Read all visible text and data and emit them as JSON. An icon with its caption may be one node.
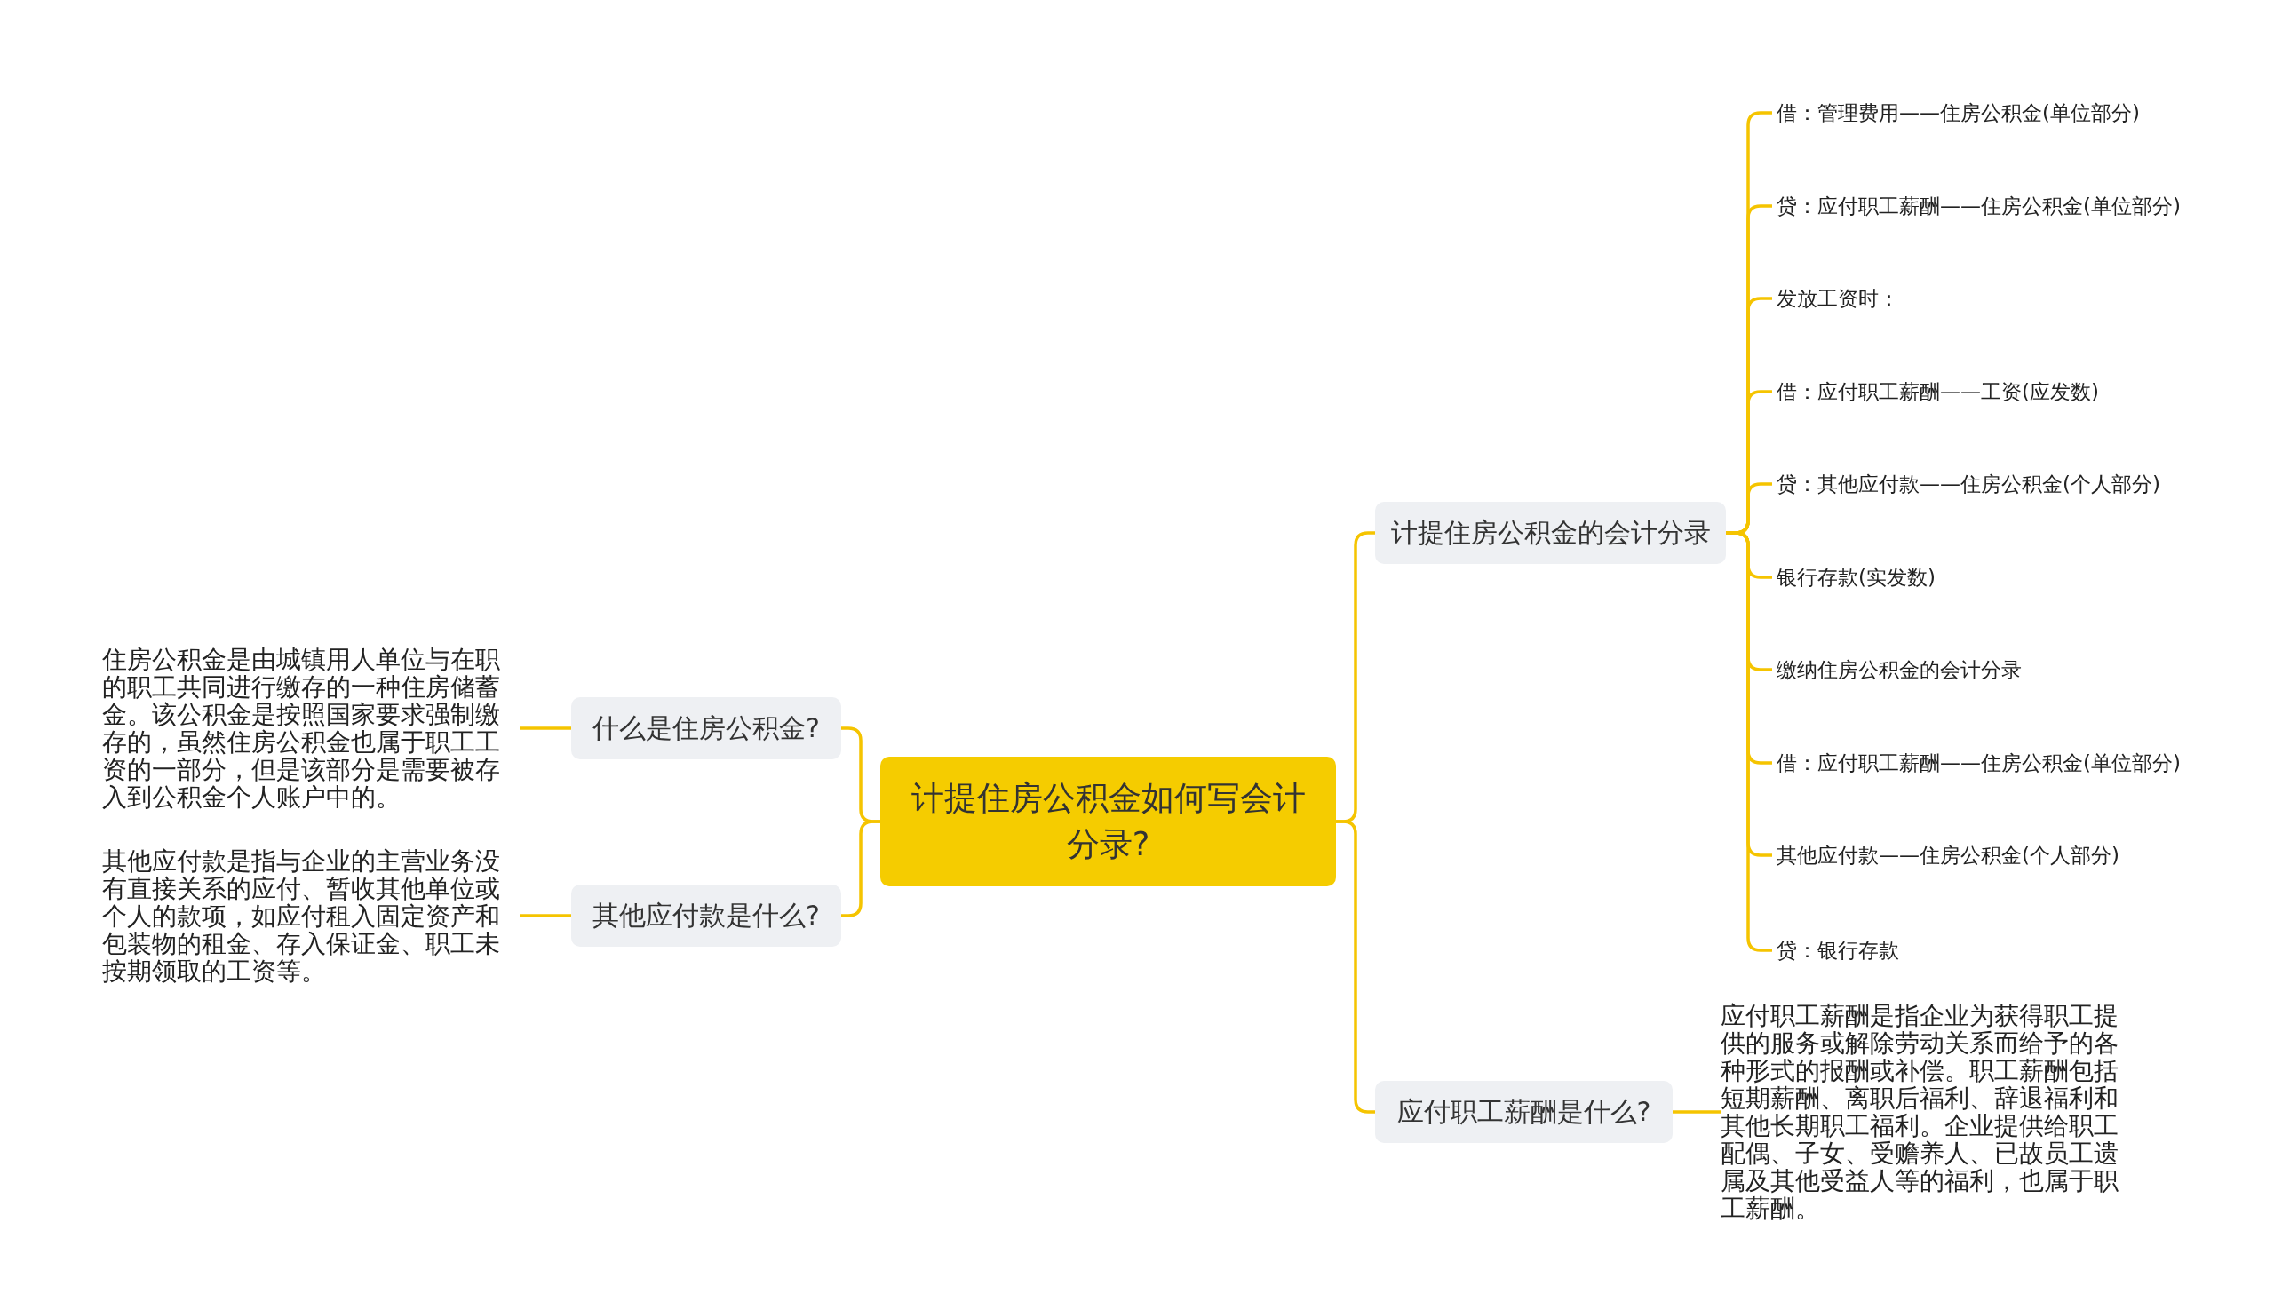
{
  "diagram": {
    "nodes": [
      {
        "text": [
          "计提住房公积金如何写会计分录?"
        ]
      },
      {
        "text": [
          "什么是住房公积金?"
        ]
      },
      {
        "text": [
          "住房公积金是由城镇用人单位与在职的职工共同进行缴存的一种住房储蓄金。该公积金是按照国家要求强制缴存的，虽然住房公积金也属于职工工资的一部分，但是该部分是需要被存入到公积金个人账户中的。"
        ]
      },
      {
        "text": [
          "其他应付款是什么?"
        ]
      },
      {
        "text": [
          "其他应付款是指与企业的主营业务没有直接关系的应付、暂收其他单位或个人的款项，如应付租入固定资产和包装物的租金、存入保证金、职工未按期领取的工资等。"
        ]
      },
      {
        "text": [
          "计提住房公积金的会计分录"
        ]
      },
      {
        "text": [
          "借：管理费用——住房公积金(单位部分)"
        ]
      },
      {
        "text": [
          "贷：应付职工薪酬——住房公积金(单位部分)"
        ]
      },
      {
        "text": [
          "发放工资时："
        ]
      },
      {
        "text": [
          "借：应付职工薪酬——工资(应发数)"
        ]
      },
      {
        "text": [
          "贷：其他应付款——住房公积金(个人部分)"
        ]
      },
      {
        "text": [
          "银行存款(实发数)"
        ]
      },
      {
        "text": [
          "缴纳住房公积金的会计分录"
        ]
      },
      {
        "text": [
          "借：应付职工薪酬——住房公积金(单位部分)"
        ]
      },
      {
        "text": [
          "其他应付款——住房公积金(个人部分)"
        ]
      },
      {
        "text": [
          "贷：银行存款"
        ]
      },
      {
        "text": [
          "应付职工薪酬是什么?"
        ]
      },
      {
        "text": [
          "应付职工薪酬是指企业为获得职工提供的服务或解除劳动关系而给予的各种形式的报酬或补偿。职工薪酬包括短期薪酬、离职后福利、辞退福利和其他长期职工福利。企业提供给职工配偶、子女、受赡养人、已故员工遗属及其他受益人等的福利，也属于职工薪酬。"
        ]
      }
    ],
    "edges": [
      {
        "from": 0,
        "to": 1,
        "arrow": "none"
      },
      {
        "from": 1,
        "to": 2,
        "arrow": "none"
      },
      {
        "from": 0,
        "to": 3,
        "arrow": "none"
      },
      {
        "from": 3,
        "to": 4,
        "arrow": "none"
      },
      {
        "from": 0,
        "to": 5,
        "arrow": "none"
      },
      {
        "from": 5,
        "to": 6,
        "arrow": "none"
      },
      {
        "from": 5,
        "to": 7,
        "arrow": "none"
      },
      {
        "from": 5,
        "to": 8,
        "arrow": "none"
      },
      {
        "from": 5,
        "to": 9,
        "arrow": "none"
      },
      {
        "from": 5,
        "to": 10,
        "arrow": "none"
      },
      {
        "from": 5,
        "to": 11,
        "arrow": "none"
      },
      {
        "from": 5,
        "to": 12,
        "arrow": "none"
      },
      {
        "from": 5,
        "to": 13,
        "arrow": "none"
      },
      {
        "from": 5,
        "to": 14,
        "arrow": "none"
      },
      {
        "from": 5,
        "to": 15,
        "arrow": "none"
      },
      {
        "from": 0,
        "to": 16,
        "arrow": "none"
      },
      {
        "from": 16,
        "to": 17,
        "arrow": "none"
      }
    ]
  }
}
